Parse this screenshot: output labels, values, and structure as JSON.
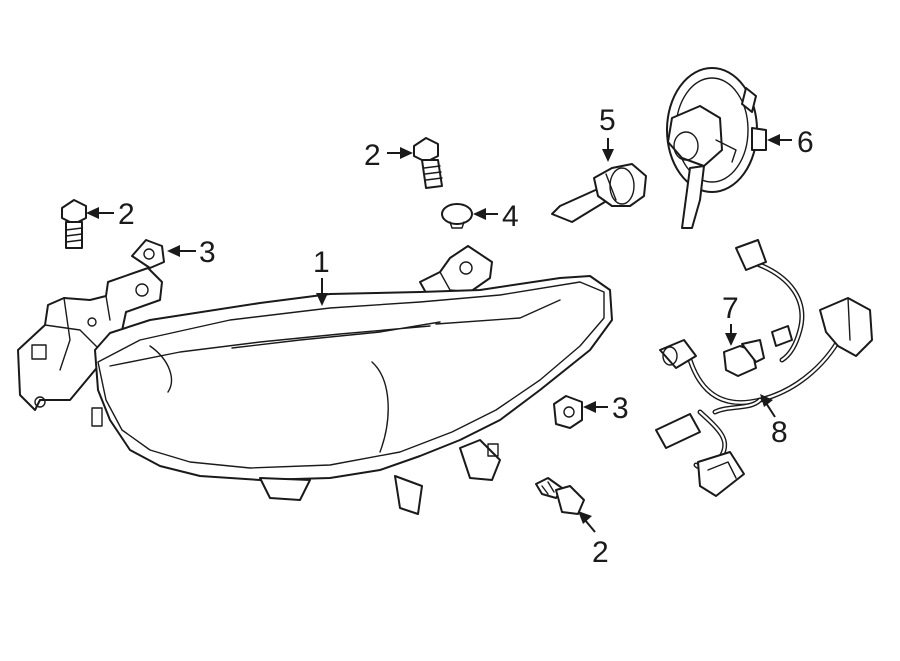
{
  "diagram": {
    "callouts": [
      {
        "id": "c1",
        "label": "1"
      },
      {
        "id": "c2a",
        "label": "2"
      },
      {
        "id": "c2b",
        "label": "2"
      },
      {
        "id": "c2c",
        "label": "2"
      },
      {
        "id": "c3a",
        "label": "3"
      },
      {
        "id": "c3b",
        "label": "3"
      },
      {
        "id": "c4",
        "label": "4"
      },
      {
        "id": "c5",
        "label": "5"
      },
      {
        "id": "c6",
        "label": "6"
      },
      {
        "id": "c7",
        "label": "7"
      },
      {
        "id": "c8",
        "label": "8"
      }
    ]
  }
}
